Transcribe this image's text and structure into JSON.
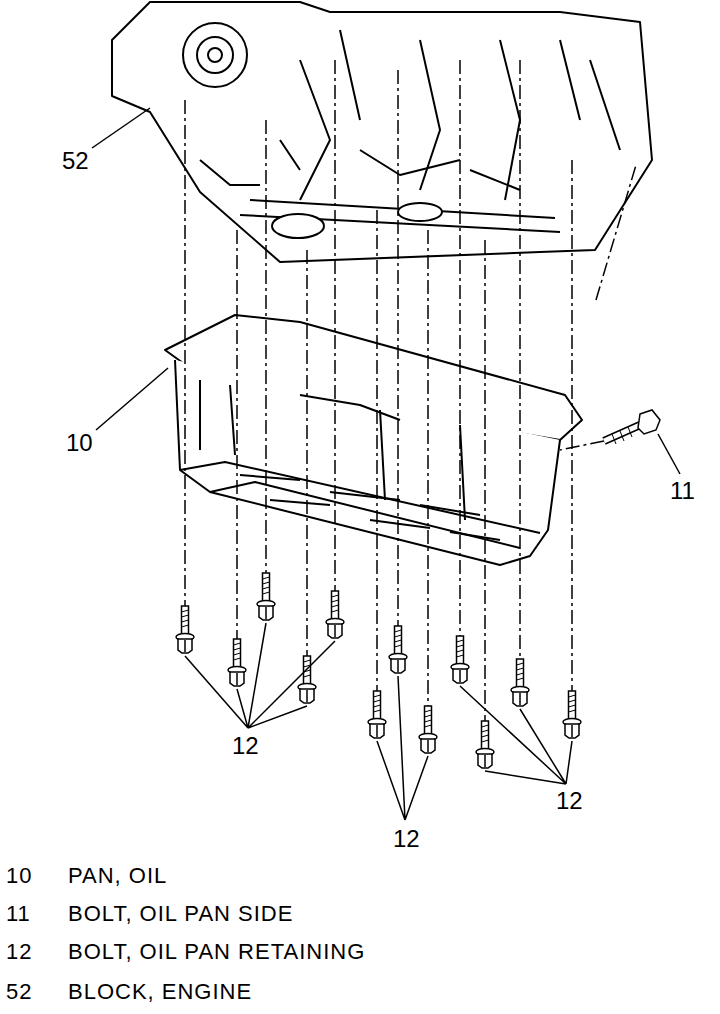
{
  "diagram": {
    "labels": [
      "52",
      "10",
      "11",
      "12",
      "12",
      "12",
      "10",
      "PAN, OIL",
      "11",
      "BOLT, OIL PAN SIDE",
      "12",
      "BOLT, OIL PAN RETAINING",
      "52",
      "BLOCK, ENGINE"
    ]
  }
}
